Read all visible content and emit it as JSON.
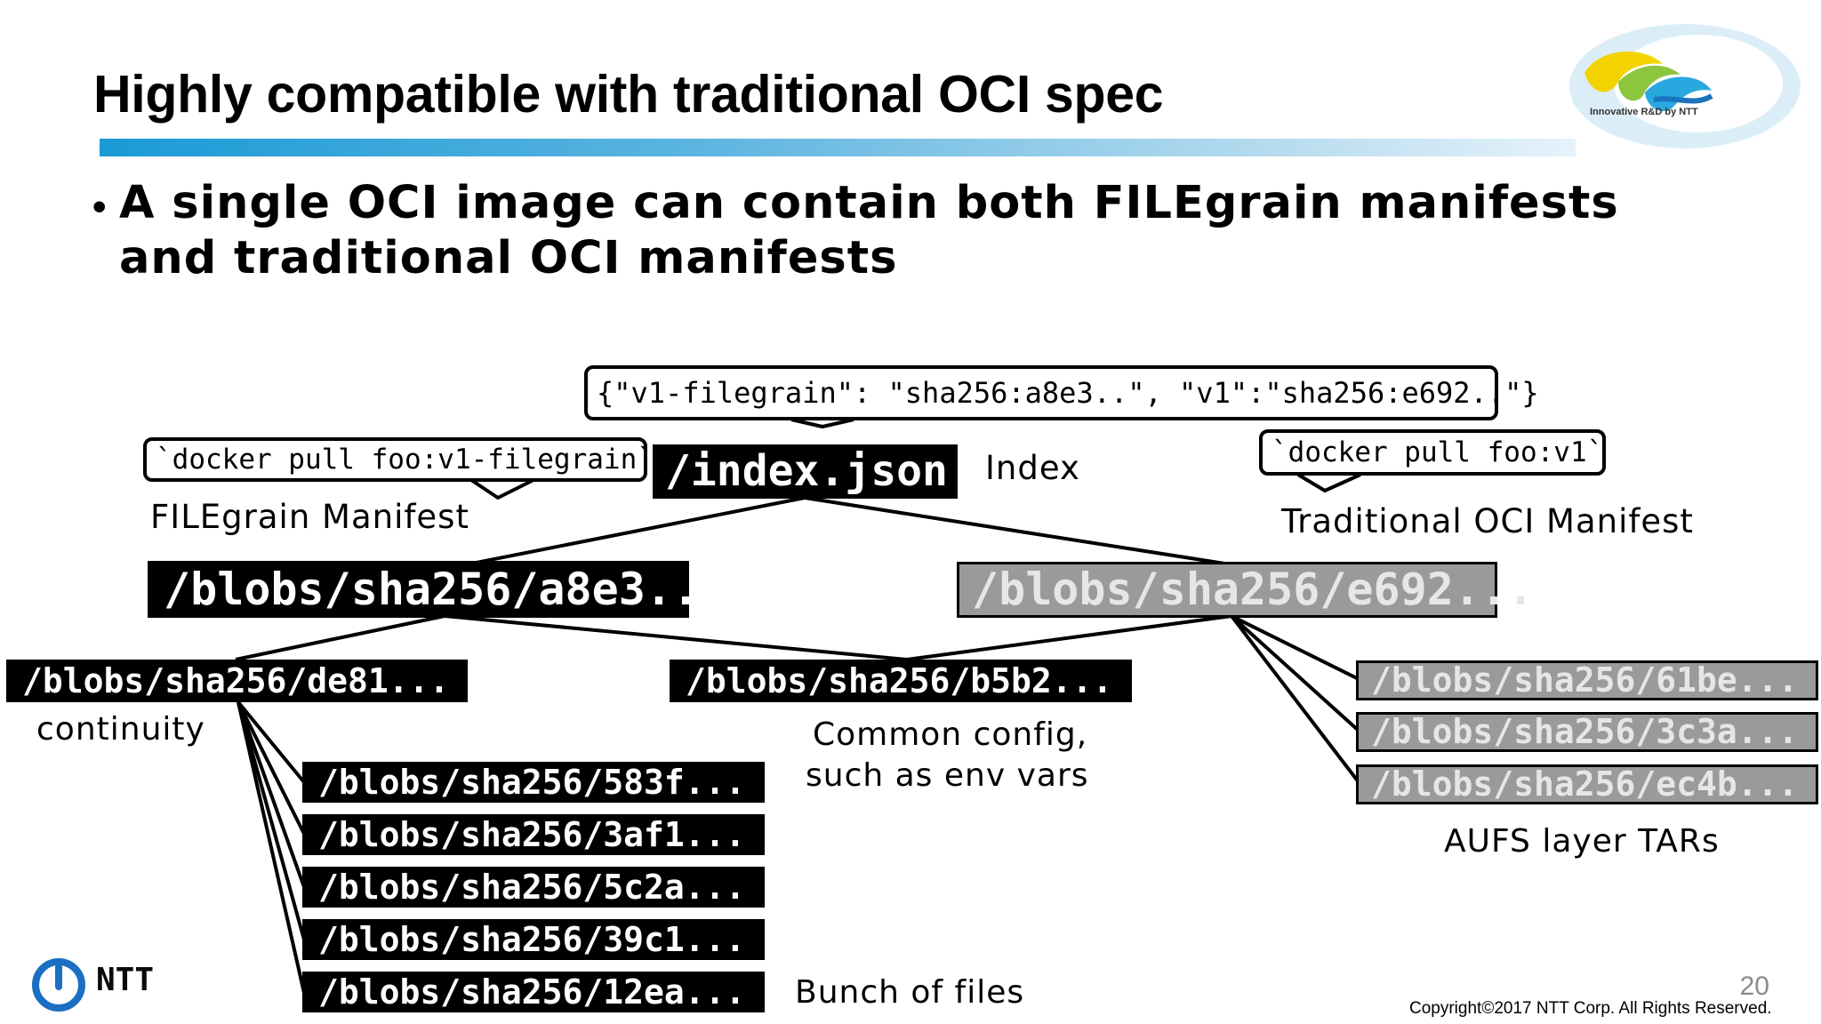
{
  "title": "Highly compatible with traditional OCI spec",
  "logo": {
    "text": "Innovative R&D by NTT",
    "name": "innovative-rd-logo"
  },
  "bullet": "A single OCI image can contain both FILEgrain manifests and traditional OCI manifests",
  "callouts": {
    "index_json": "{\"v1-filegrain\": \"sha256:a8e3..\", \"v1\":\"sha256:e692..\"}",
    "pull_filegrain": "`docker pull foo:v1-filegrain`",
    "pull_v1": "`docker pull foo:v1`"
  },
  "nodes": {
    "index": "/index.json",
    "filegrain_manifest": "/blobs/sha256/a8e3...",
    "oci_manifest": "/blobs/sha256/e692...",
    "continuity": "/blobs/sha256/de81...",
    "config": "/blobs/sha256/b5b2...",
    "files": [
      "/blobs/sha256/583f...",
      "/blobs/sha256/3af1...",
      "/blobs/sha256/5c2a...",
      "/blobs/sha256/39c1...",
      "/blobs/sha256/12ea..."
    ],
    "layers": [
      "/blobs/sha256/61be...",
      "/blobs/sha256/3c3a...",
      "/blobs/sha256/ec4b..."
    ]
  },
  "labels": {
    "index": "Index",
    "filegrain_manifest": "FILEgrain Manifest",
    "oci_manifest": "Traditional OCI Manifest",
    "continuity": "continuity",
    "config_line1": "Common config,",
    "config_line2": "such as env vars",
    "layers": "AUFS layer TARs",
    "files": "Bunch of files"
  },
  "footer": {
    "page_number": "20",
    "copyright": "Copyright©2017  NTT Corp. All Rights Reserved.",
    "company": "NTT"
  },
  "colors": {
    "accent_blue": "#1a9ad6",
    "node_dark": "#000000",
    "node_grey": "#9a9a9a"
  }
}
